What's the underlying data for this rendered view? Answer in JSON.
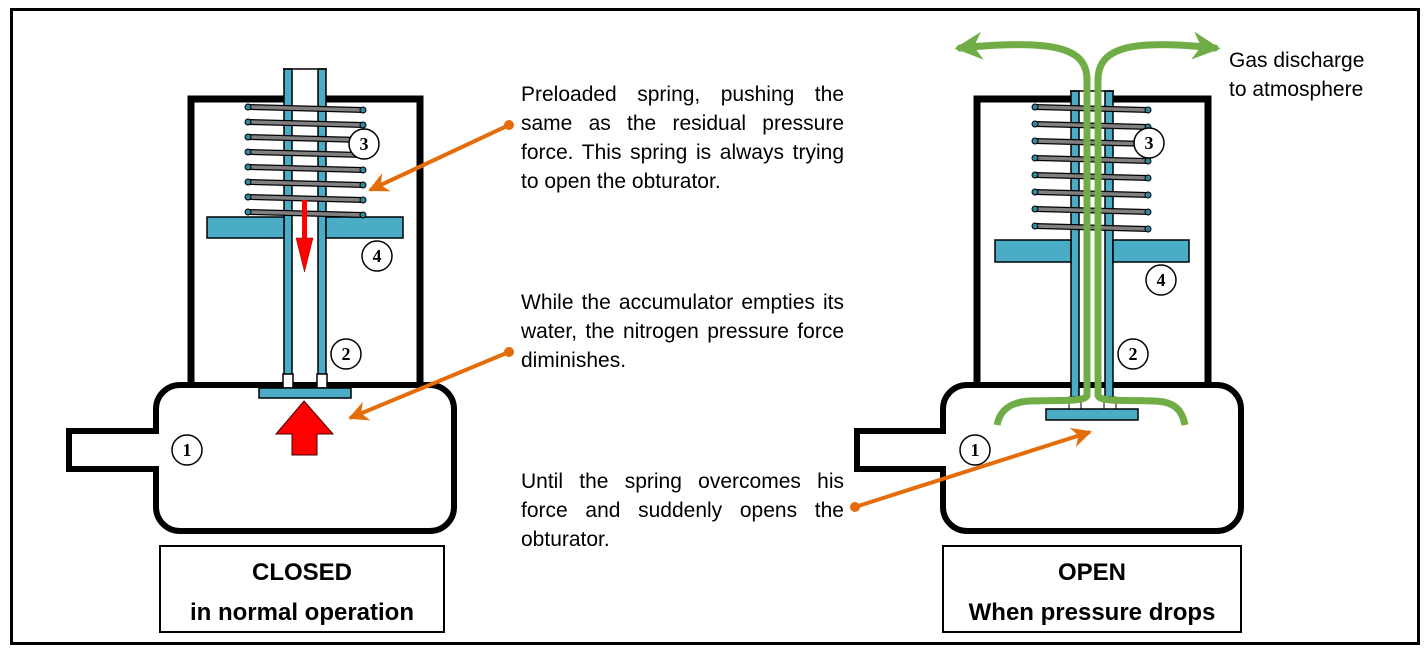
{
  "diagram": {
    "title": "Pressure relief valve operation",
    "colors": {
      "stem": "#4bacc6",
      "spring": "#808080",
      "force_arrow": "#ff0000",
      "pointer": "#e46c0a",
      "gas_flow": "#70ad47",
      "outline": "#000000"
    },
    "part_numbers": [
      "1",
      "2",
      "3",
      "4"
    ],
    "closed_state": {
      "title": "CLOSED",
      "subtitle": "in normal operation"
    },
    "open_state": {
      "title": "OPEN",
      "subtitle": "When pressure drops",
      "gas_label_line1": "Gas discharge",
      "gas_label_line2": "to atmosphere"
    },
    "descriptions": {
      "spring": "Preloaded spring, pushing the same as the residual pressure force. This spring is always trying to open the obturator.",
      "pressure": "While the accumulator empties its water, the nitrogen pressure force diminishes.",
      "opening": "Until the spring overcomes his force and suddenly opens the obturator."
    }
  }
}
